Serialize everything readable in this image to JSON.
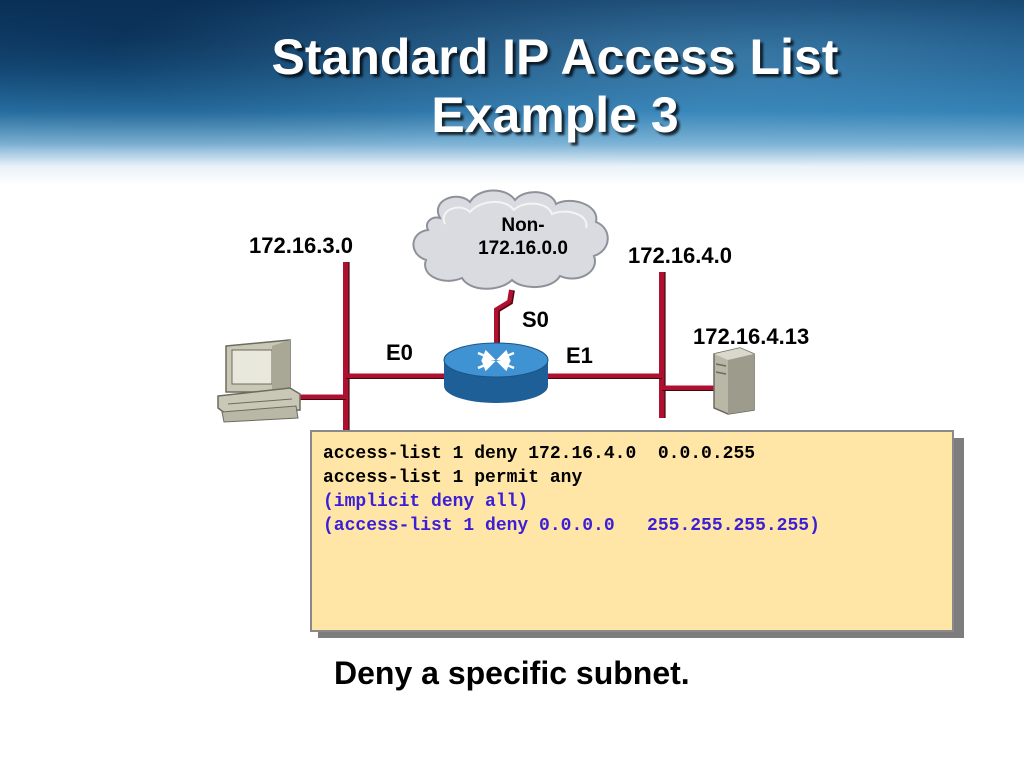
{
  "title": {
    "line1": "Standard IP Access List",
    "line2": "Example 3"
  },
  "diagram": {
    "cloud_line1": "Non-",
    "cloud_line2": "172.16.0.0",
    "left_network": "172.16.3.0",
    "right_network": "172.16.4.0",
    "host_address": "172.16.4.13",
    "interface_serial": "S0",
    "interface_left": "E0",
    "interface_right": "E1"
  },
  "acl": {
    "lines": [
      "access-list 1 deny 172.16.4.0  0.0.0.255",
      "access-list 1 permit any"
    ],
    "notes": [
      "(implicit deny all)",
      "(access-list 1 deny 0.0.0.0   255.255.255.255)"
    ]
  },
  "caption": "Deny a specific subnet.",
  "colors": {
    "network_line": "#b01030",
    "note_text": "#3a1fd6",
    "acl_background": "#ffe6a6",
    "router_blue": "#2a7fc0"
  },
  "icons": [
    "cloud-icon",
    "router-icon",
    "workstation-icon",
    "server-icon"
  ]
}
